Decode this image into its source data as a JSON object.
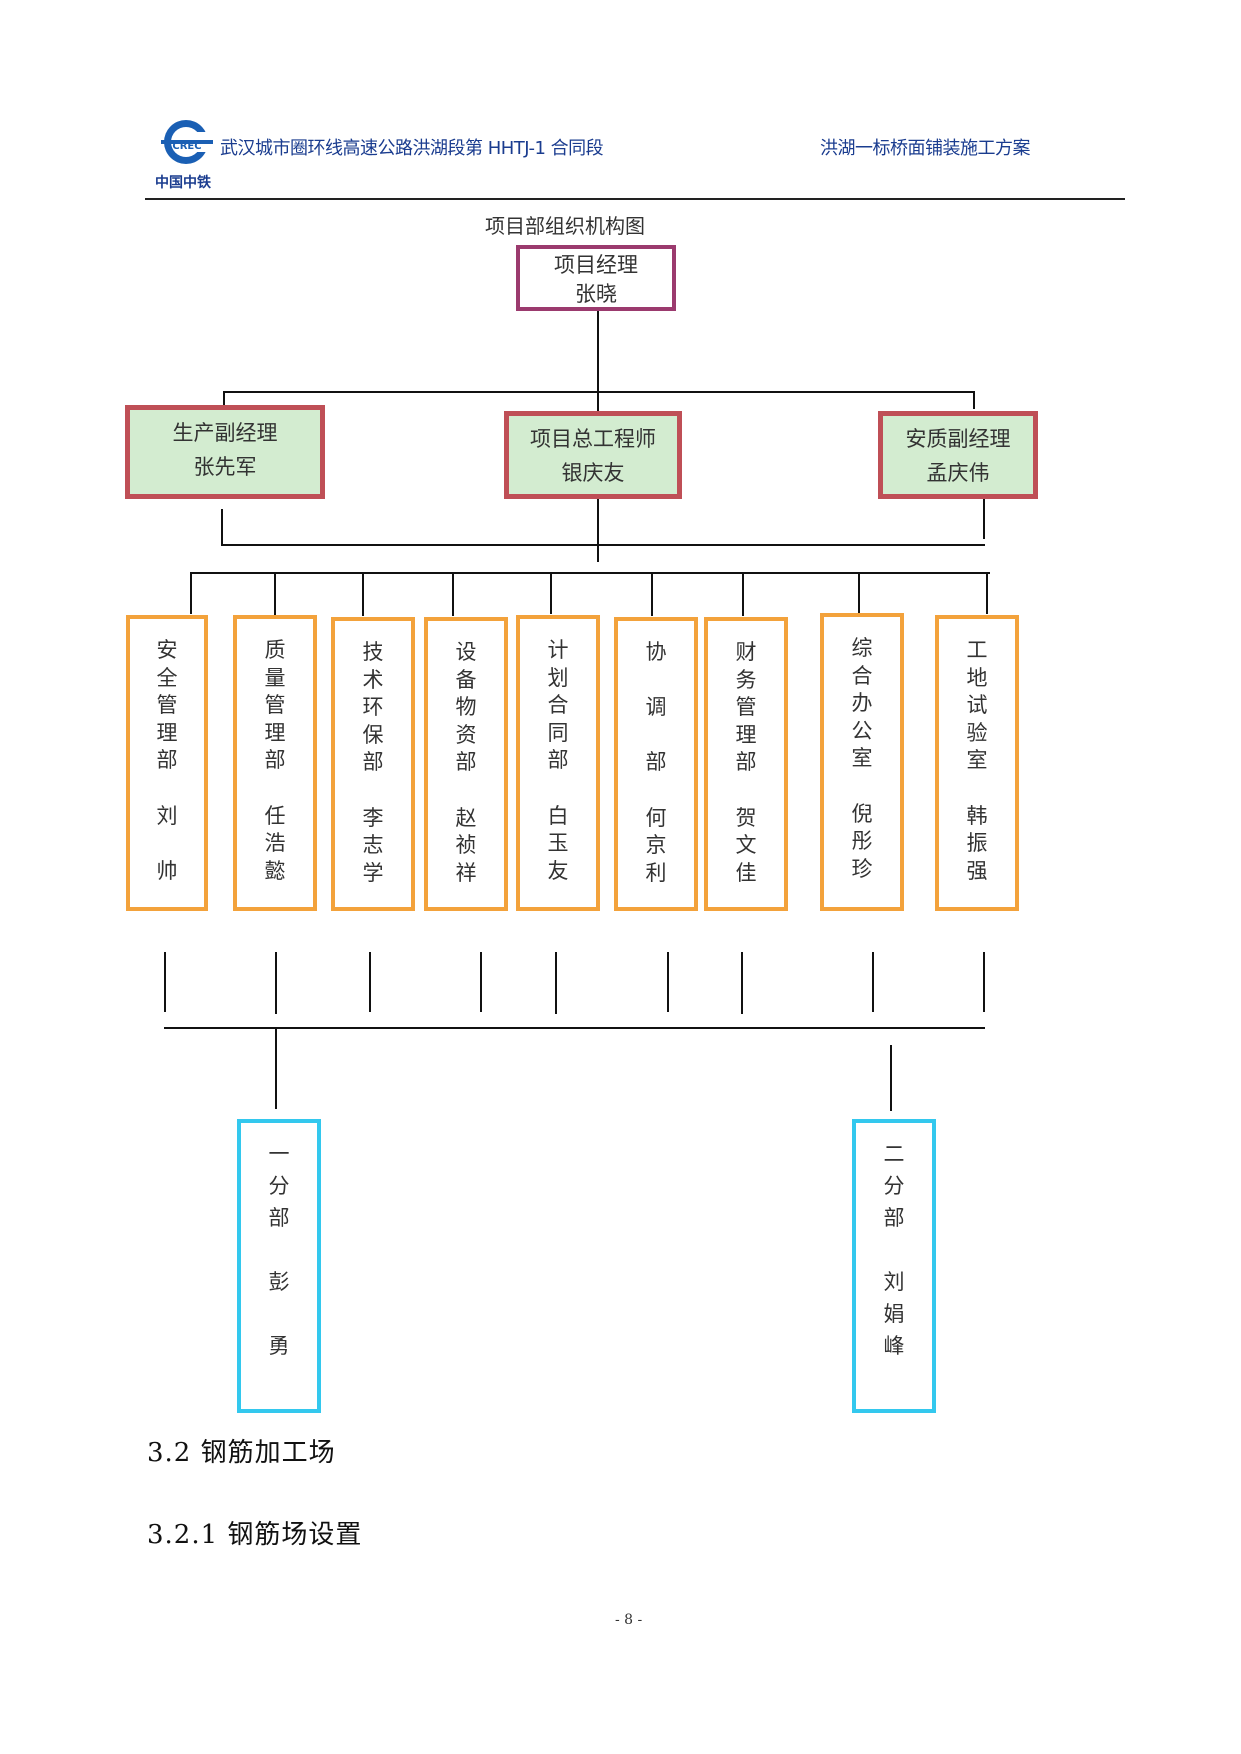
{
  "header": {
    "company_logo_text": "中国中铁",
    "logo_letters": "CREC",
    "project_title": "武汉城市圈环线高速公路洪湖段第 HHTJ-1 合同段",
    "document_title": "洪湖一标桥面铺装施工方案"
  },
  "org_chart": {
    "title": "项目部组织机构图",
    "manager": {
      "role": "项目经理",
      "name": "张晓"
    },
    "deputies": [
      {
        "role": "生产副经理",
        "name": "张先军"
      },
      {
        "role": "项目总工程师",
        "name": "银庆友"
      },
      {
        "role": "安质副经理",
        "name": "孟庆伟"
      }
    ],
    "departments": [
      {
        "lines": [
          "安",
          "全",
          "管",
          "理",
          "部",
          "",
          "刘",
          "",
          "帅"
        ]
      },
      {
        "lines": [
          "质",
          "量",
          "管",
          "理",
          "部",
          "",
          "任",
          "浩",
          "懿"
        ]
      },
      {
        "lines": [
          "技",
          "术",
          "环",
          "保",
          "部",
          "",
          "李",
          "志",
          "学"
        ]
      },
      {
        "lines": [
          "设",
          "备",
          "物",
          "资",
          "部",
          "",
          "赵",
          "祯",
          "祥"
        ]
      },
      {
        "lines": [
          "计",
          "划",
          "合",
          "同",
          "部",
          "",
          "白",
          "玉",
          "友"
        ]
      },
      {
        "lines": [
          "协",
          "",
          "调",
          "",
          "部",
          "",
          "何",
          "京",
          "利"
        ]
      },
      {
        "lines": [
          "财",
          "务",
          "管",
          "理",
          "部",
          "",
          "贺",
          "文",
          "佳"
        ]
      },
      {
        "lines": [
          "综",
          "合",
          "办",
          "公",
          "室",
          "",
          "倪",
          "彤",
          "珍"
        ]
      },
      {
        "lines": [
          "工",
          "地",
          "试",
          "验",
          "室",
          "",
          "韩",
          "振",
          "强"
        ]
      }
    ],
    "subdivisions": [
      {
        "lines": [
          "一",
          "分",
          "部",
          "",
          "彭",
          "",
          "勇"
        ]
      },
      {
        "lines": [
          "二",
          "分",
          "部",
          "",
          "刘",
          "娟",
          "峰"
        ]
      }
    ]
  },
  "sections": {
    "heading_1": "3.2 钢筋加工场",
    "heading_2": "3.2.1  钢筋场设置"
  },
  "footer": {
    "page_number": "- 8 -"
  }
}
